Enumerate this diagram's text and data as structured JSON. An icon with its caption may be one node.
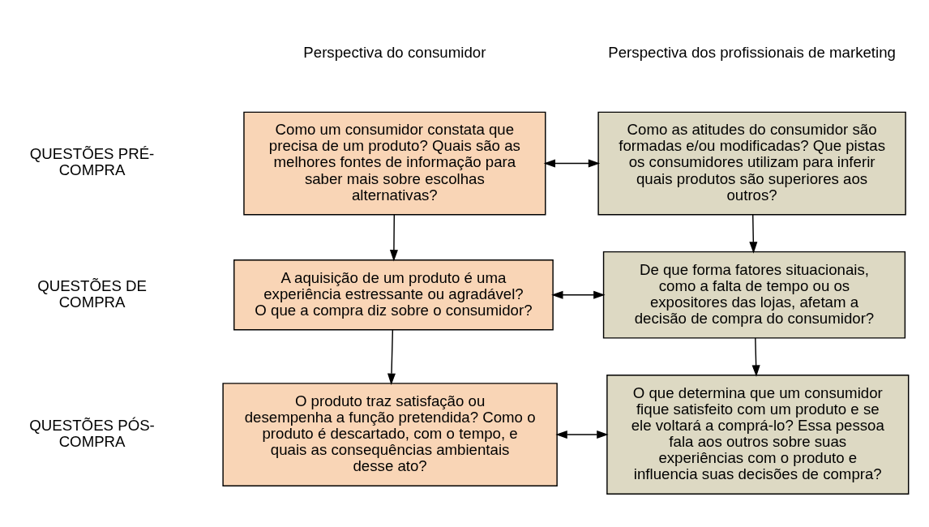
{
  "diagram": {
    "nodes": [
      {
        "text": [
          "Como um consumidor constata que precisa de um produto? Quais são as melhores fontes de informação para saber mais sobre escolhas alternativas?"
        ]
      },
      {
        "text": [
          "Como as atitudes do consumidor são formadas e/ou modificadas? Que pistas os consumidores utilizam para inferir quais produtos são superiores aos outros?"
        ]
      },
      {
        "text": [
          "A aquisição de um produto é uma experiência estressante ou agradável? O que a compra diz sobre o consumidor?"
        ]
      },
      {
        "text": [
          "De que forma fatores situacionais, como a falta de tempo ou os expositores das lojas, afetam a decisão de compra do consumidor?"
        ]
      },
      {
        "text": [
          "O produto traz satisfação ou desempenha a função pretendida? Como o produto é descartado, com o tempo, e quais as consequências ambientais desse ato?"
        ]
      },
      {
        "text": [
          "O que determina que um consumidor fique satisfeito com um produto e se ele voltará a comprá-lo? Essa pessoa fala aos outros sobre suas experiências com o produto e influencia suas decisões de compra?"
        ]
      }
    ],
    "edges": [
      {
        "from": 0,
        "to": 1,
        "arrow": "both"
      },
      {
        "from": 0,
        "to": 2,
        "arrow": "to"
      },
      {
        "from": 1,
        "to": 3,
        "arrow": "to"
      },
      {
        "from": 2,
        "to": 3,
        "arrow": "both"
      },
      {
        "from": 2,
        "to": 4,
        "arrow": "to"
      },
      {
        "from": 3,
        "to": 5,
        "arrow": "to"
      },
      {
        "from": 4,
        "to": 5,
        "arrow": "both"
      }
    ],
    "labels": [
      "Perspectiva do consumidor",
      "Perspectiva dos profissionais de marketing",
      "QUESTÕES PRÉ-COMPRA",
      "QUESTÕES DE COMPRA",
      "QUESTÕES PÓS-COMPRA"
    ]
  }
}
